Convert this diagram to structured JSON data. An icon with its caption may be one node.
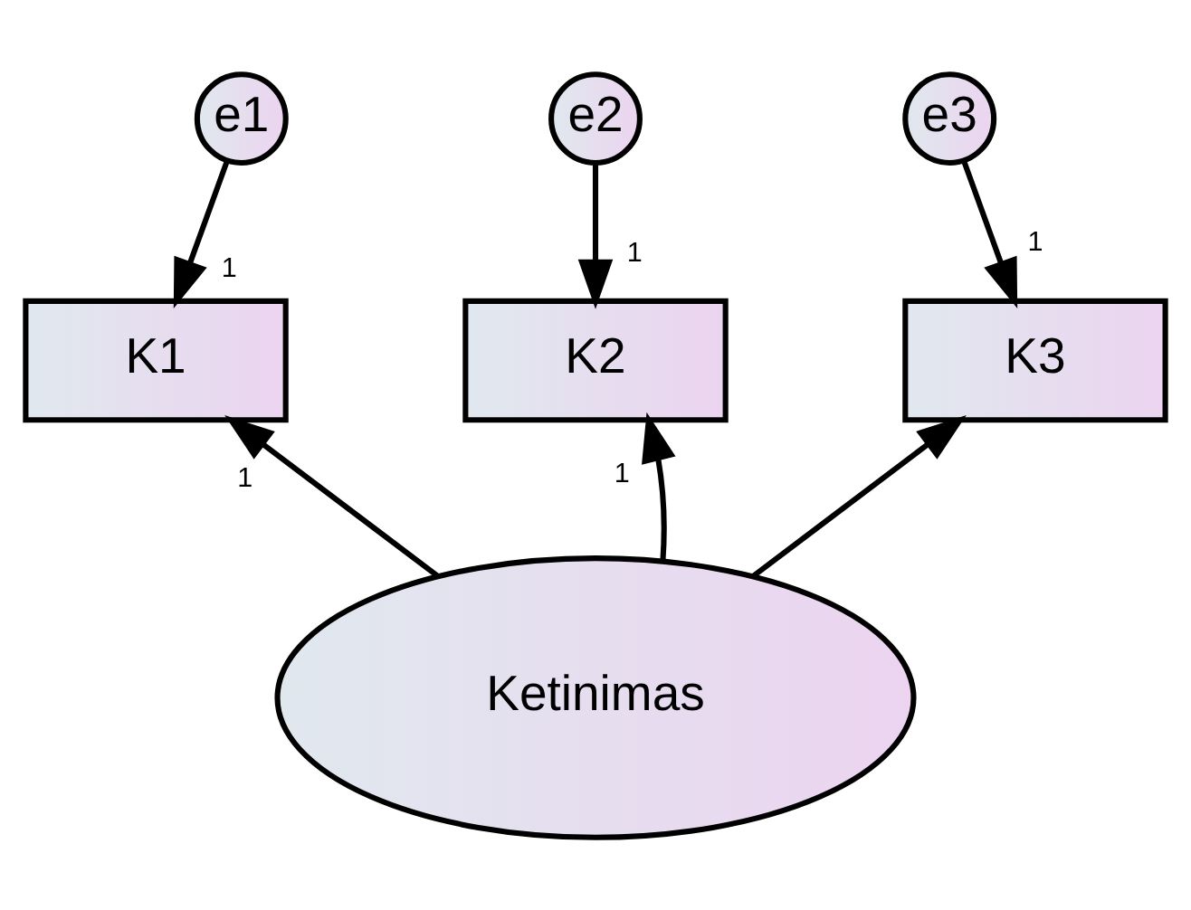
{
  "diagram": {
    "nodes": [
      {
        "text": [
          "e1"
        ]
      },
      {
        "text": [
          "e2"
        ]
      },
      {
        "text": [
          "e3"
        ]
      },
      {
        "text": [
          "K1"
        ]
      },
      {
        "text": [
          "K2"
        ]
      },
      {
        "text": [
          "K3"
        ]
      },
      {
        "text": [
          "Ketinimas"
        ]
      }
    ],
    "edges": [
      {
        "from": 0,
        "to": 3,
        "arrow": "to",
        "label": "1"
      },
      {
        "from": 1,
        "to": 4,
        "arrow": "to",
        "label": "1"
      },
      {
        "from": 2,
        "to": 5,
        "arrow": "to",
        "label": "1"
      },
      {
        "from": 6,
        "to": 3,
        "arrow": "to",
        "label": "1"
      },
      {
        "from": 6,
        "to": 4,
        "arrow": "to",
        "label": "1"
      },
      {
        "from": 6,
        "to": 5,
        "arrow": "to"
      }
    ]
  }
}
